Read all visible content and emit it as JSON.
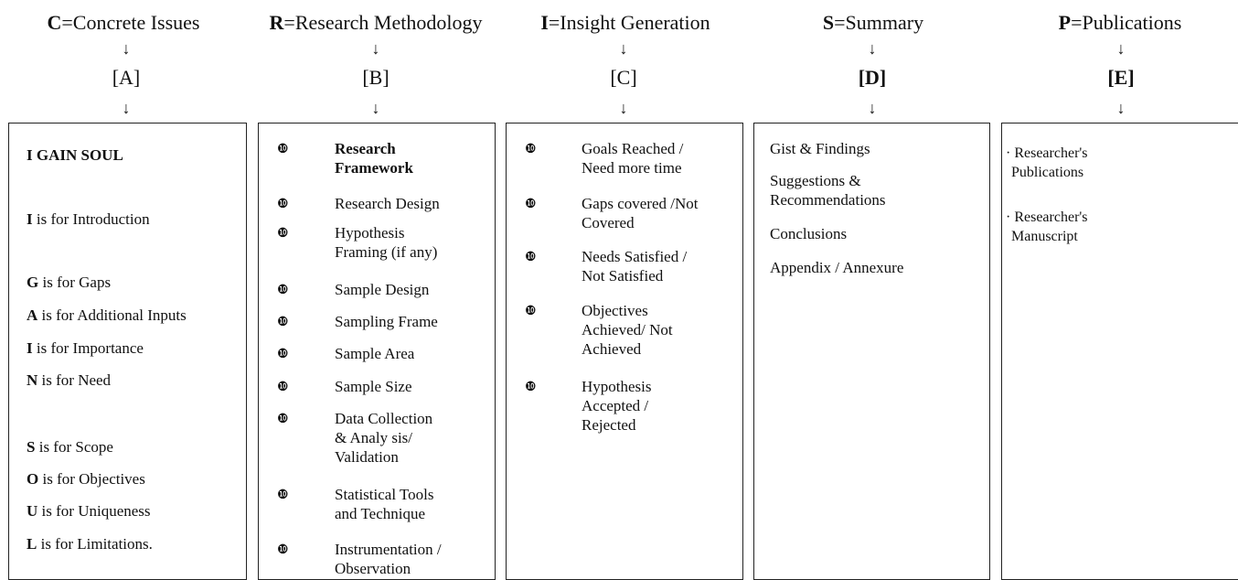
{
  "headers": [
    {
      "letter": "C",
      "rest": "=Concrete Issues",
      "tag": "[A]"
    },
    {
      "letter": "R",
      "rest": "=Research Methodology",
      "tag": "[B]"
    },
    {
      "letter": "I",
      "rest": "=Insight Generation",
      "tag": "[C]"
    },
    {
      "letter": "S",
      "rest": "=Summary",
      "tag": "[D]"
    },
    {
      "letter": "P",
      "rest": "=Publications",
      "tag": "[E]"
    }
  ],
  "arrow_glyph": "↓",
  "bullet_glyph": "❿",
  "colA": {
    "title": "I GAIN SOUL",
    "items": [
      {
        "letter": "I",
        "text": " is for Introduction"
      },
      {
        "letter": "G",
        "text": " is for Gaps"
      },
      {
        "letter": "A",
        "text": " is for Additional Inputs"
      },
      {
        "letter": "I",
        "text": " is for Importance"
      },
      {
        "letter": "N",
        "text": " is for Need"
      },
      {
        "letter": "S",
        "text": " is for Scope"
      },
      {
        "letter": "O",
        "text": " is for Objectives"
      },
      {
        "letter": "U",
        "text": " is for Uniqueness"
      },
      {
        "letter": "L",
        "text": " is for Limitations."
      }
    ]
  },
  "colB": {
    "items": [
      [
        "Research",
        "Framework"
      ],
      [
        "Research Design"
      ],
      [
        "Hypothesis",
        "Framing (if any)"
      ],
      [
        "Sample Design"
      ],
      [
        "Sampling Frame"
      ],
      [
        "Sample Area"
      ],
      [
        "Sample Size"
      ],
      [
        "Data Collection",
        "& Analy sis/",
        "Validation"
      ],
      [
        "Statistical Tools",
        "and Technique"
      ],
      [
        "Instrumentation /",
        "Observation"
      ]
    ]
  },
  "colC": {
    "items": [
      [
        "Goals Reached /",
        "Need more time"
      ],
      [
        "Gaps covered /Not",
        "Covered"
      ],
      [
        "Needs Satisfied /",
        "Not Satisfied"
      ],
      [
        "Objectives",
        "Achieved/ Not",
        "Achieved"
      ],
      [
        "Hypothesis",
        "Accepted /",
        "Rejected"
      ]
    ]
  },
  "colD": {
    "items": [
      "Gist & Findings",
      "Suggestions &",
      "Recommendations",
      "Conclusions",
      "Appendix / Annexure"
    ]
  },
  "colE": {
    "items": [
      [
        "· Researcher's",
        "Publications"
      ],
      [
        "· Researcher's",
        "Manuscript"
      ]
    ]
  }
}
